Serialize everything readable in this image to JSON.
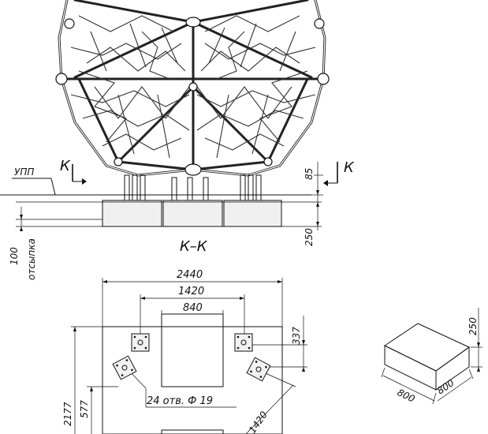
{
  "elevation": {
    "ground_label": "УПП",
    "section_mark_left": "К",
    "section_mark_right": "К",
    "dim_85": "85",
    "dim_250": "250",
    "dim_100": "100",
    "offset_label": "отсыпка"
  },
  "plan": {
    "section_title": "К–К",
    "dim_2440": "2440",
    "dim_1420_top": "1420",
    "dim_840": "840",
    "dim_337": "337",
    "dim_2177": "2177",
    "dim_577": "577",
    "dim_1420_diag": "1420",
    "holes_note": "24 отв. Ф 19"
  },
  "block_detail": {
    "dim_250": "250",
    "dim_800_left": "800",
    "dim_800_right": "800"
  }
}
